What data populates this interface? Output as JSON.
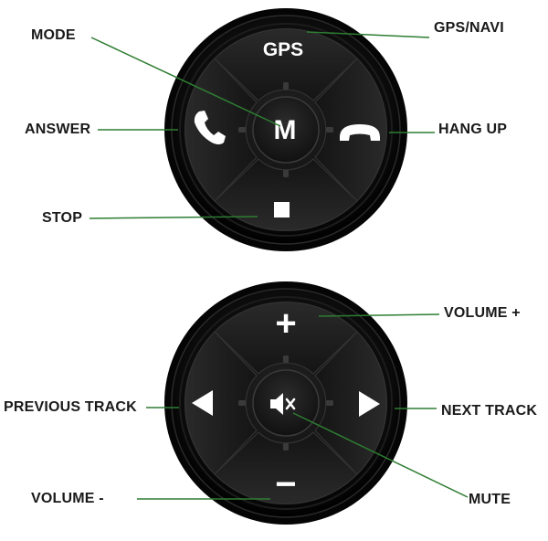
{
  "colors": {
    "leader_line": "#2e7d32",
    "body": "#0b0b0b",
    "button": "#1e1e1e",
    "symbol": "#ffffff"
  },
  "top_controller": {
    "labels": {
      "mode": "MODE",
      "gps_navi": "GPS/NAVI",
      "answer": "ANSWER",
      "hang_up": "HANG UP",
      "stop": "STOP"
    },
    "buttons": {
      "top_text": "GPS",
      "center_text": "M",
      "left_icon": "phone-answer-icon",
      "right_icon": "phone-hangup-icon",
      "bottom_icon": "stop-square-icon"
    }
  },
  "bottom_controller": {
    "labels": {
      "volume_up": "VOLUME +",
      "previous_track": "PREVIOUS TRACK",
      "next_track": "NEXT TRACK",
      "volume_down": "VOLUME -",
      "mute": "MUTE"
    },
    "buttons": {
      "top_text": "+",
      "bottom_text": "−",
      "left_icon": "triangle-left-icon",
      "right_icon": "triangle-right-icon",
      "center_icon": "speaker-mute-icon"
    }
  }
}
